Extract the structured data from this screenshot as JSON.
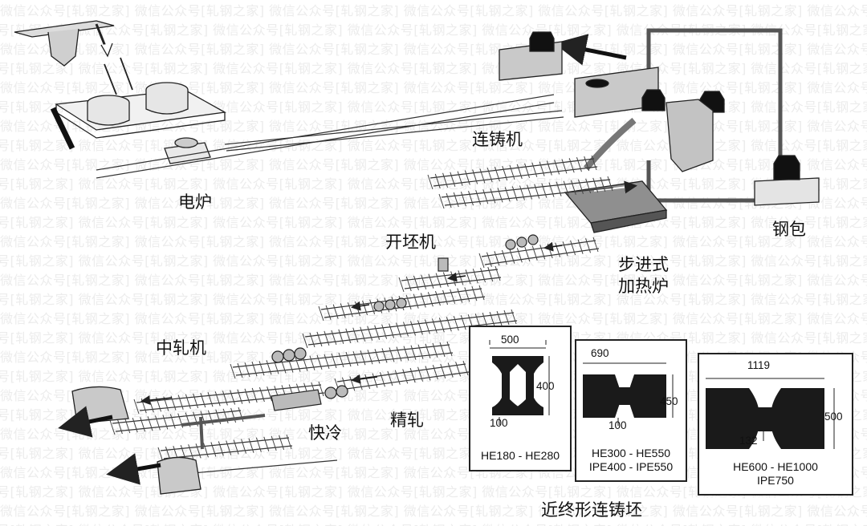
{
  "watermark_text": "微信公众号[轧钢之家]",
  "labels": {
    "electric_furnace": "电炉",
    "continuous_caster": "连铸机",
    "ladle": "钢包",
    "blooming_mill": "开坯机",
    "walking_beam_furnace_l1": "步进式",
    "walking_beam_furnace_l2": "加热炉",
    "intermediate_mill": "中轧机",
    "finishing_mill": "精轧",
    "quick_cooling": "快冷",
    "near_net_shape_blank": "近终形连铸坯"
  },
  "profiles": [
    {
      "width": "500",
      "height": "400",
      "web": "100",
      "caption_lines": [
        "HE180 - HE280"
      ]
    },
    {
      "width": "690",
      "height": "450",
      "web": "100",
      "caption_lines": [
        "HE300 - HE550",
        "IPE400 - IPE550"
      ]
    },
    {
      "width": "1119",
      "height": "500",
      "web": "132",
      "caption_lines": [
        "HE600 - HE1000",
        "IPE750"
      ]
    }
  ],
  "colors": {
    "line": "#222222",
    "fill_dark": "#1a1a1a",
    "fill_gray": "#bdbdbd",
    "watermark": "#ececec"
  }
}
